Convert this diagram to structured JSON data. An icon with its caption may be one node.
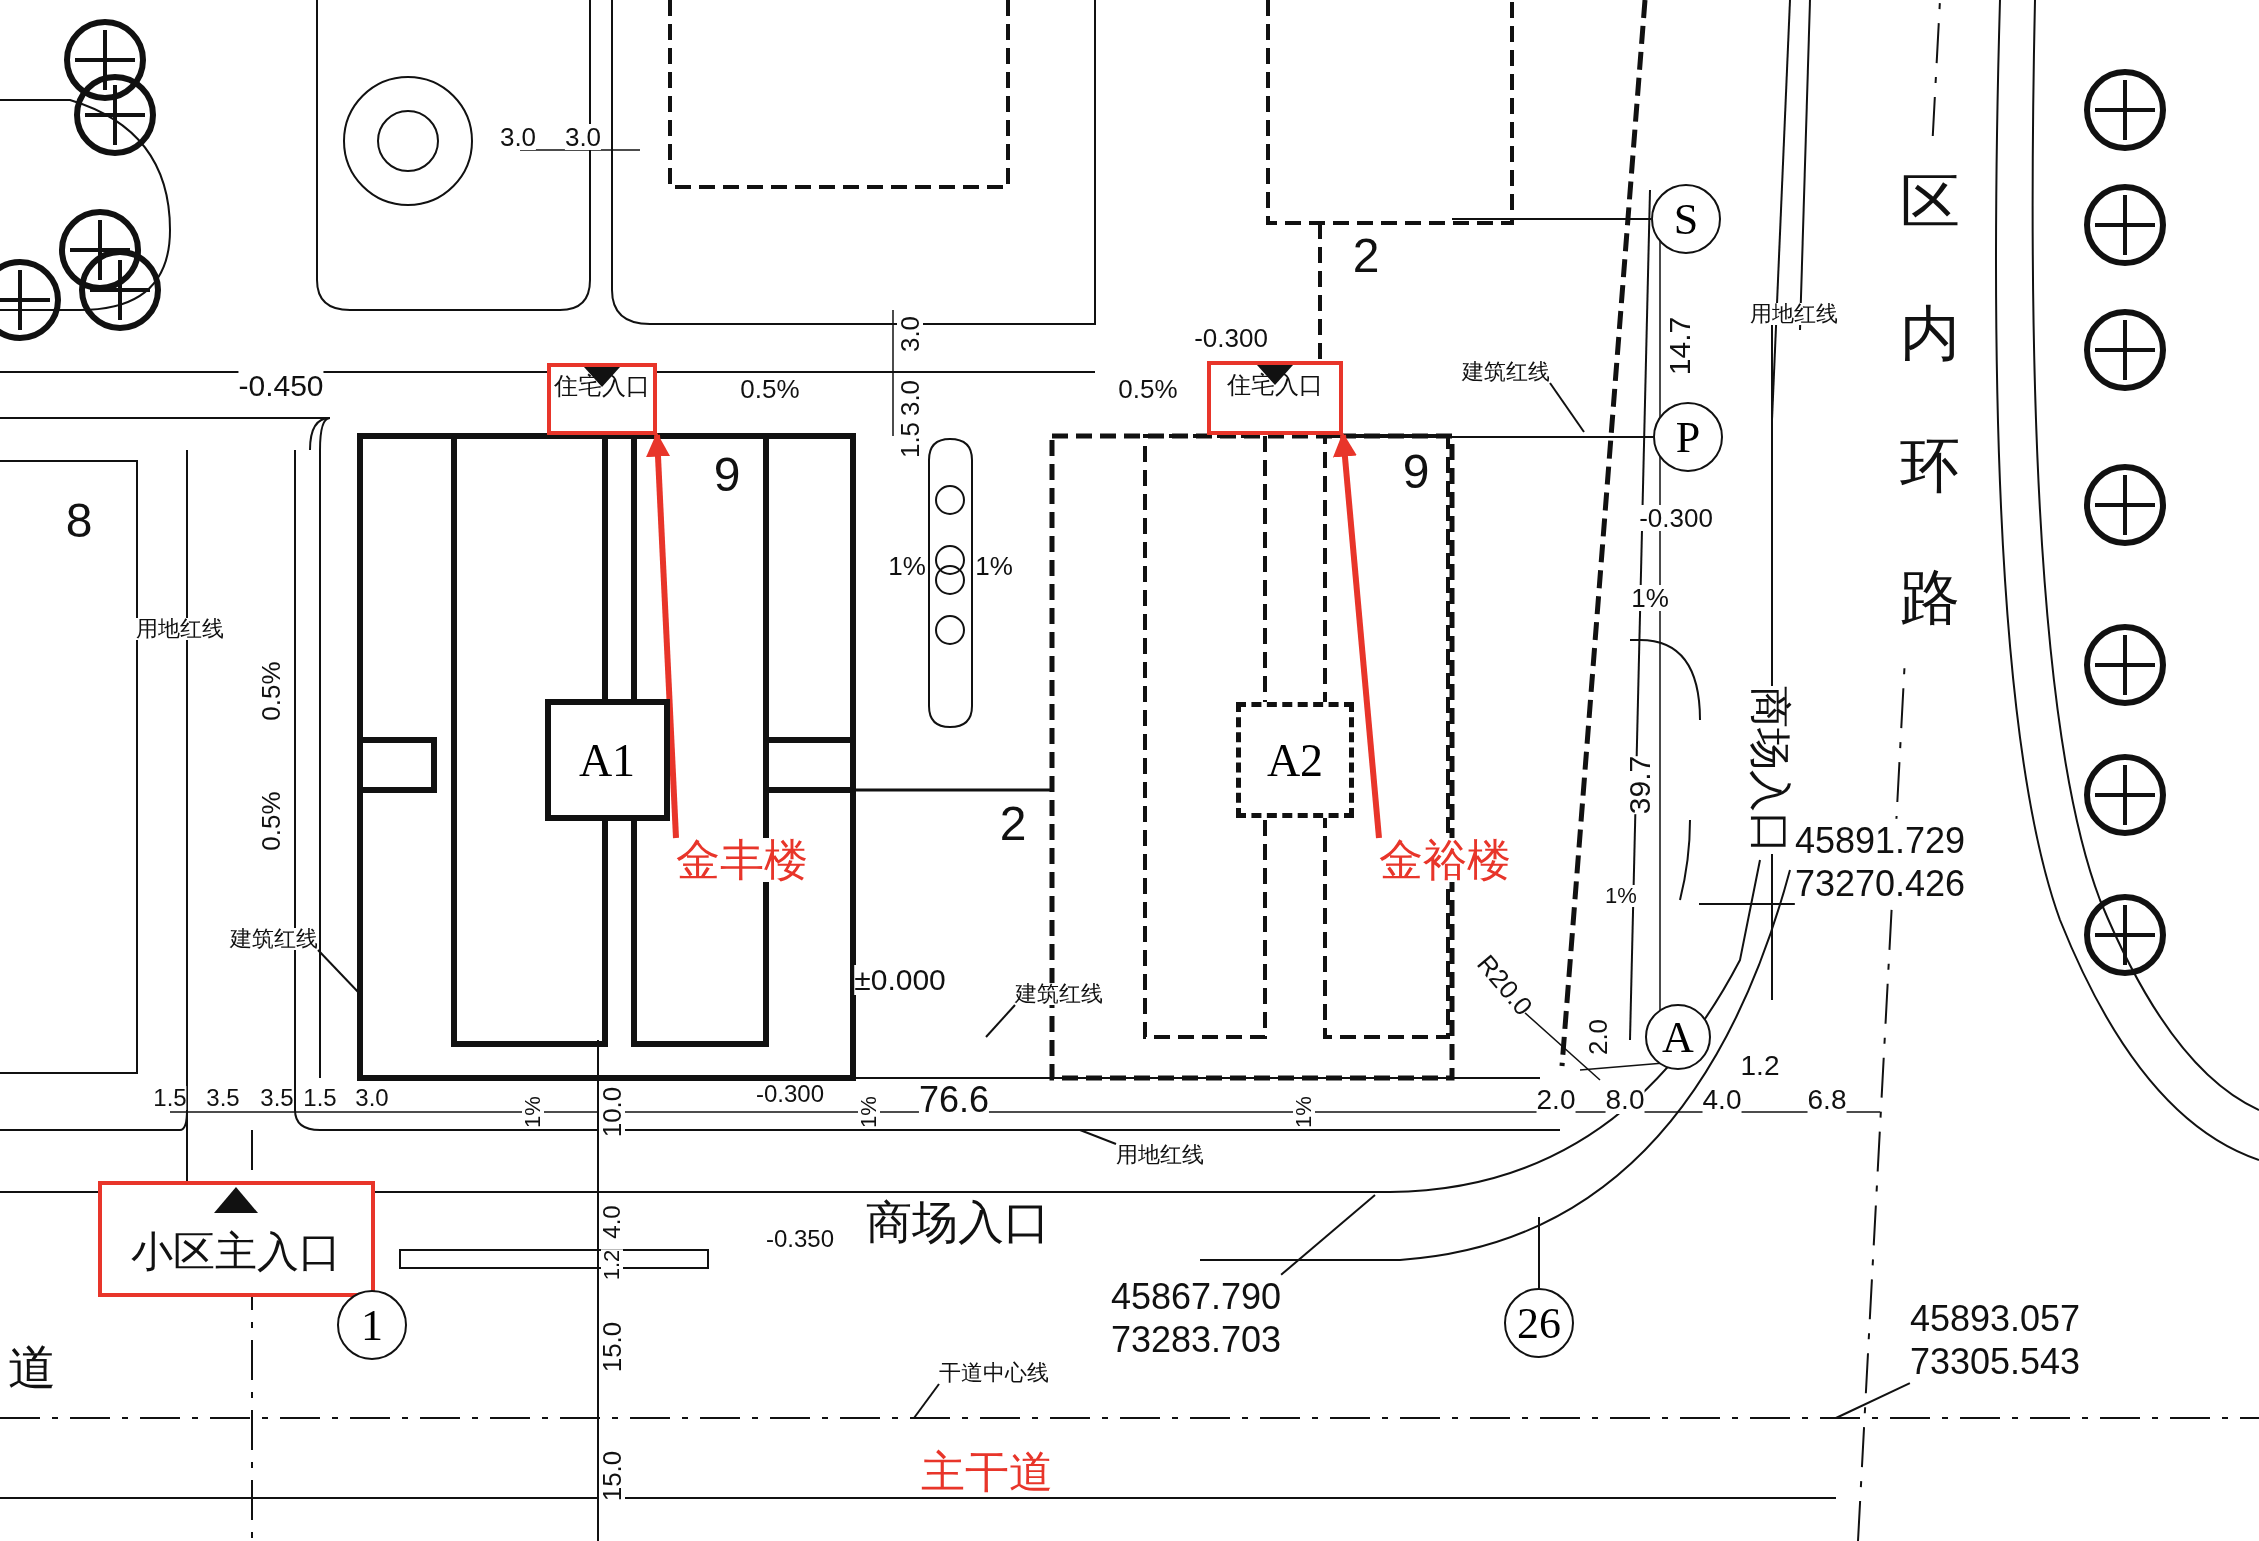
{
  "diagram": {
    "nodes": [
      {
        "text": [
          "住宅入口"
        ]
      },
      {
        "text": [
          "住宅入口"
        ]
      },
      {
        "text": [
          "金丰楼"
        ]
      },
      {
        "text": [
          "金裕楼"
        ]
      },
      {
        "text": [
          "小区主入口"
        ]
      },
      {
        "text": [
          "A1"
        ]
      },
      {
        "text": [
          "A2"
        ]
      },
      {
        "text": [
          "S"
        ]
      },
      {
        "text": [
          "P"
        ]
      },
      {
        "text": [
          "A"
        ]
      },
      {
        "text": [
          "1"
        ]
      },
      {
        "text": [
          "26"
        ]
      },
      {
        "text": [
          "用地红线"
        ]
      },
      {
        "text": [
          "建筑红线"
        ]
      },
      {
        "text": [
          "用地红线"
        ]
      },
      {
        "text": [
          "建筑红线"
        ]
      },
      {
        "text": [
          "建筑红线"
        ]
      },
      {
        "text": [
          "用地红线"
        ]
      },
      {
        "text": [
          "45891.729",
          "73270.426"
        ]
      },
      {
        "text": [
          "45867.790",
          "73283.703"
        ]
      },
      {
        "text": [
          "45893.057",
          "73305.543"
        ]
      },
      {
        "text": [
          "干道中心线"
        ]
      },
      {
        "text": [
          "主干道"
        ]
      }
    ],
    "edges": [
      {
        "from": 2,
        "to": 0,
        "arrow": "to",
        "style": "thick",
        "color": "#e8352a"
      },
      {
        "from": 3,
        "to": 1,
        "arrow": "to",
        "style": "thick",
        "color": "#e8352a"
      },
      {
        "from": 7,
        "to": null,
        "arrow": "none"
      },
      {
        "from": 8,
        "to": null,
        "arrow": "none"
      },
      {
        "from": 11,
        "to": null,
        "arrow": "none"
      },
      {
        "from": 12,
        "to": null,
        "arrow": "none"
      },
      {
        "from": 13,
        "to": null,
        "arrow": "none"
      },
      {
        "from": 14,
        "to": null,
        "arrow": "none"
      },
      {
        "from": 15,
        "to": null,
        "arrow": "none"
      },
      {
        "from": 16,
        "to": null,
        "arrow": "none"
      },
      {
        "from": 17,
        "to": null,
        "arrow": "none"
      },
      {
        "from": 18,
        "to": null,
        "arrow": "none"
      },
      {
        "from": 19,
        "to": null,
        "arrow": "none"
      },
      {
        "from": 20,
        "to": null,
        "arrow": "none"
      },
      {
        "from": 21,
        "to": null,
        "arrow": "none"
      }
    ],
    "labels": [
      "3.0",
      "3.0",
      "-0.450",
      "0.5%",
      "0.5%",
      "-0.300",
      "3.0",
      "3.0",
      "1.5",
      "9",
      "9",
      "8",
      "2",
      "14.7",
      "-0.300",
      "1%",
      "1%",
      "1%",
      "0.5%",
      "0.5%",
      "2",
      "39.7",
      "商场入口",
      "区内环路",
      "1%",
      "R20.0",
      "±0.000",
      "2.0",
      "1.2",
      "1.5",
      "3.5",
      "3.5",
      "1.5",
      "3.0",
      "1%",
      "10.0",
      "-0.300",
      "1%",
      "76.6",
      "1%",
      "2.0",
      "8.0",
      "4.0",
      "6.8",
      "4.0",
      "商场入口",
      "1.2",
      "-0.350",
      "15.0",
      "15.0",
      "道"
    ]
  }
}
